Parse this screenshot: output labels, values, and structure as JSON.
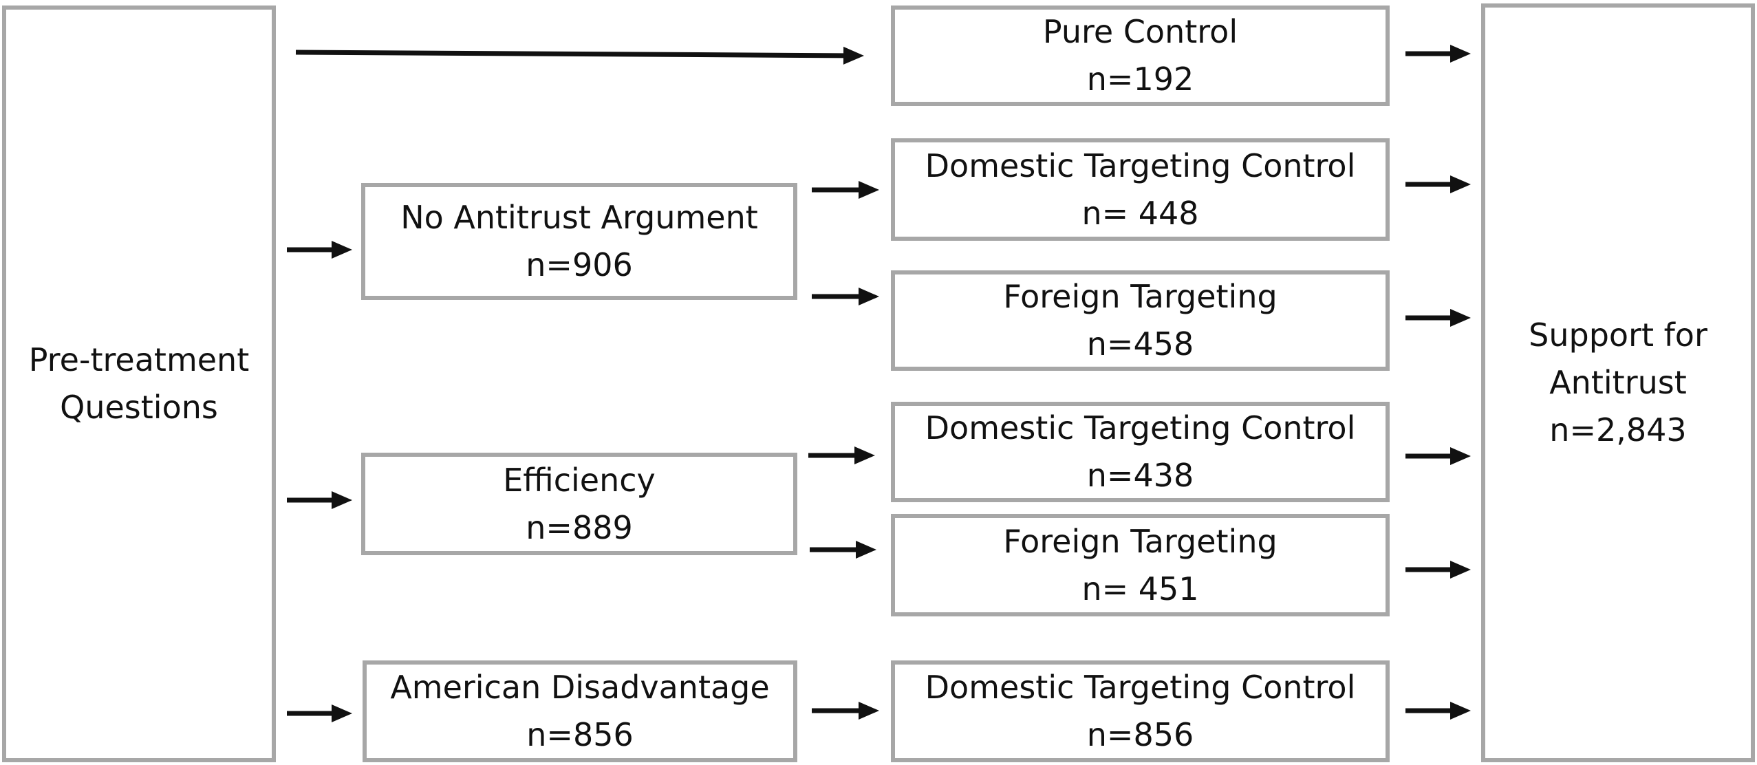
{
  "pre_treatment": {
    "line1": "Pre-treatment",
    "line2": "Questions"
  },
  "outcome": {
    "line1": "Support for",
    "line2": "Antitrust",
    "count": "n=2,843"
  },
  "arguments": [
    {
      "label": "No Antitrust Argument",
      "count": "n=906"
    },
    {
      "label": "Efficiency",
      "count": "n=889"
    },
    {
      "label": "American Disadvantage",
      "count": "n=856"
    }
  ],
  "conditions": [
    {
      "label": "Pure Control",
      "count": "n=192"
    },
    {
      "label": "Domestic Targeting Control",
      "count": "n= 448"
    },
    {
      "label": "Foreign Targeting",
      "count": "n=458"
    },
    {
      "label": "Domestic Targeting Control",
      "count": "n=438"
    },
    {
      "label": "Foreign Targeting",
      "count": "n= 451"
    },
    {
      "label": "Domestic Targeting Control",
      "count": "n=856"
    }
  ],
  "colors": {
    "box_border": "#a7a7a7",
    "arrow": "#111111",
    "text": "#111111"
  }
}
